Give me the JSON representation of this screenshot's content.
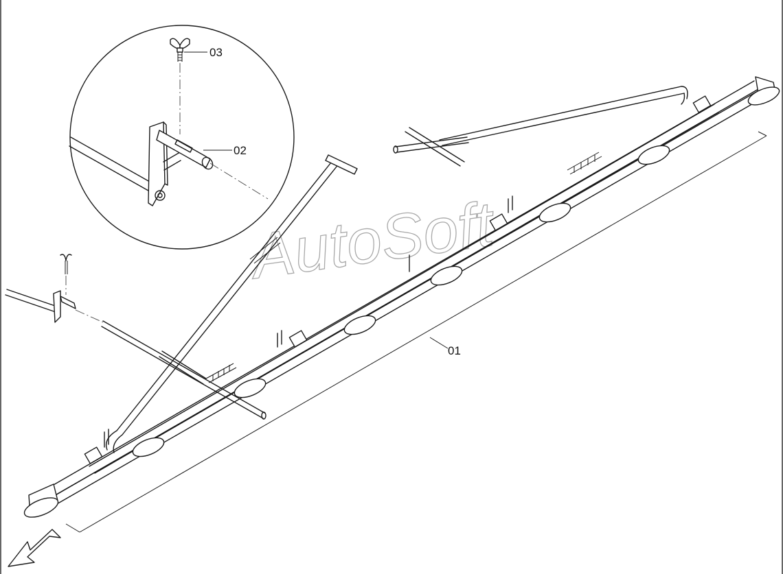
{
  "callouts": {
    "part_01": "01",
    "part_02": "02",
    "part_03": "03"
  },
  "watermark": "AutoSoft",
  "colors": {
    "line": "#1a1a1a",
    "watermark": "#9a9a9a",
    "background": "#ffffff"
  },
  "icons": {
    "direction_arrow": "arrow-down-left-icon"
  }
}
